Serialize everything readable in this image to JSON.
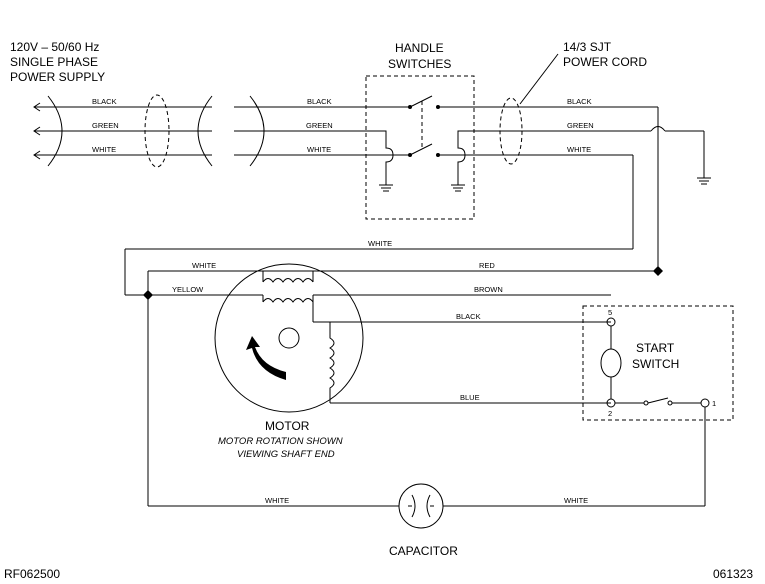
{
  "supply": {
    "line1": "120V – 50/60 Hz",
    "line2": "SINGLE PHASE",
    "line3": "POWER SUPPLY"
  },
  "handle_switches": {
    "line1": "HANDLE",
    "line2": "SWITCHES"
  },
  "power_cord": {
    "line1": "14/3 SJT",
    "line2": "POWER CORD"
  },
  "wires": {
    "black": "BLACK",
    "green": "GREEN",
    "white": "WHITE",
    "red": "RED",
    "yellow": "YELLOW",
    "brown": "BROWN",
    "blue": "BLUE"
  },
  "start_switch": {
    "line1": "START",
    "line2": "SWITCH",
    "term5": "5",
    "term2": "2",
    "term1": "1"
  },
  "motor": {
    "label": "MOTOR",
    "note1": "MOTOR ROTATION SHOWN",
    "note2": "VIEWING SHAFT END"
  },
  "capacitor": {
    "label": "CAPACITOR"
  },
  "codes": {
    "left": "RF062500",
    "right": "061323"
  }
}
